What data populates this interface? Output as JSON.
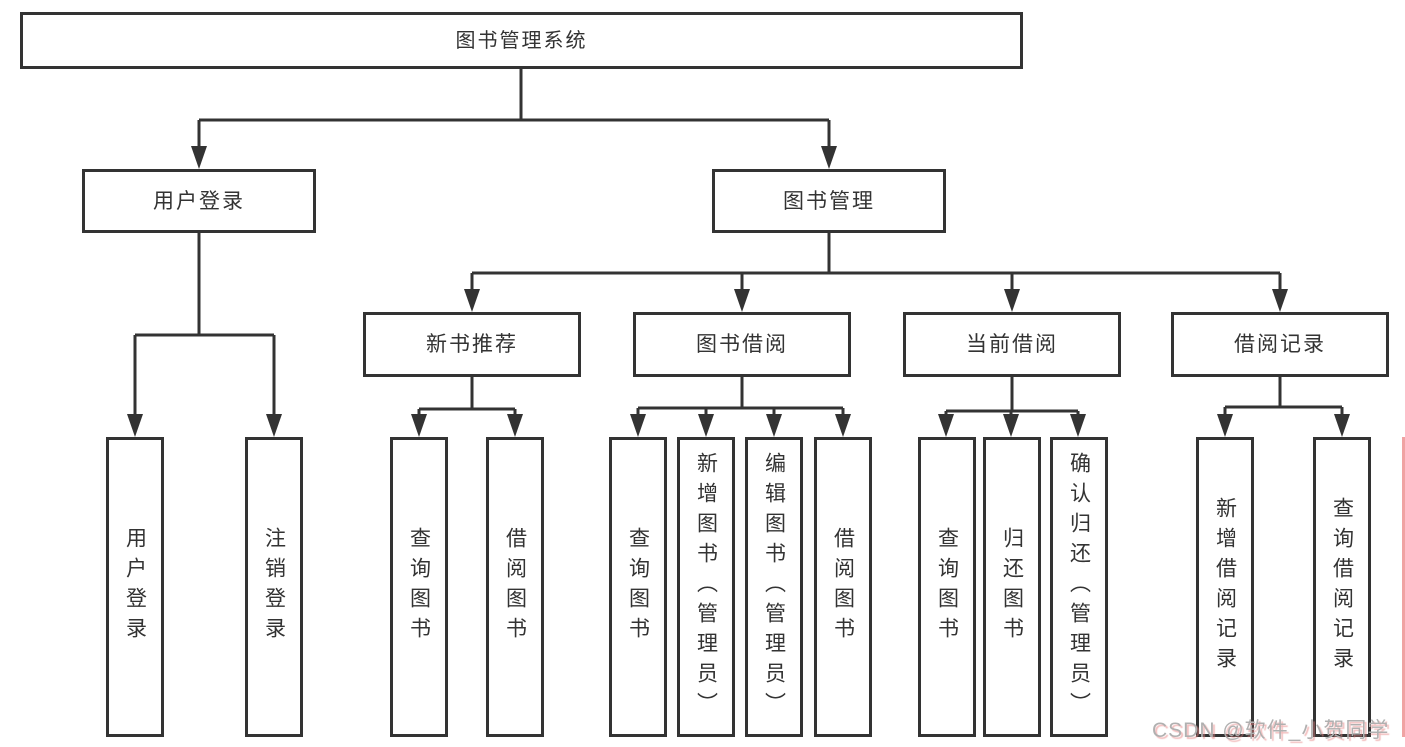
{
  "diagram": {
    "root": {
      "label": "图书管理系统"
    },
    "level2": [
      {
        "label": "用户登录"
      },
      {
        "label": "图书管理"
      }
    ],
    "level3": [
      {
        "label": "新书推荐"
      },
      {
        "label": "图书借阅"
      },
      {
        "label": "当前借阅"
      },
      {
        "label": "借阅记录"
      }
    ],
    "leaves": [
      {
        "label": "用户登录"
      },
      {
        "label": "注销登录"
      },
      {
        "label": "查询图书"
      },
      {
        "label": "借阅图书"
      },
      {
        "label": "查询图书"
      },
      {
        "label": "新增图书（管理员）"
      },
      {
        "label": "编辑图书（管理员）"
      },
      {
        "label": "借阅图书"
      },
      {
        "label": "查询图书"
      },
      {
        "label": "归还图书"
      },
      {
        "label": "确认归还（管理员）"
      },
      {
        "label": "新增借阅记录"
      },
      {
        "label": "查询借阅记录"
      }
    ]
  },
  "watermark": {
    "text": "CSDN @软件_小贺同学"
  },
  "colors": {
    "line": "#333333",
    "box_border": "#333333",
    "text": "#333333",
    "background": "#ffffff",
    "watermark_text": "#b0b0b0",
    "watermark_accent": "#e88585"
  }
}
